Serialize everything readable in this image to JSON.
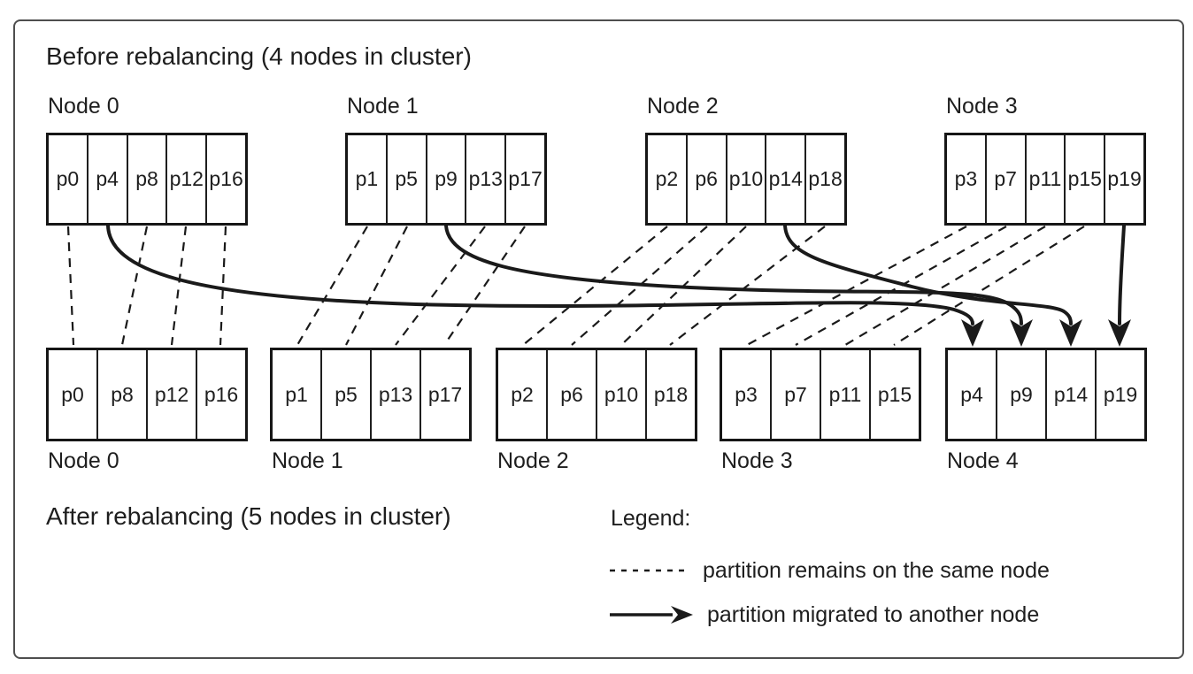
{
  "titles": {
    "before": "Before rebalancing (4 nodes in cluster)",
    "after": "After rebalancing (5 nodes in cluster)"
  },
  "before": {
    "nodes": [
      {
        "label": "Node 0",
        "partitions": [
          "p0",
          "p4",
          "p8",
          "p12",
          "p16"
        ]
      },
      {
        "label": "Node 1",
        "partitions": [
          "p1",
          "p5",
          "p9",
          "p13",
          "p17"
        ]
      },
      {
        "label": "Node 2",
        "partitions": [
          "p2",
          "p6",
          "p10",
          "p14",
          "p18"
        ]
      },
      {
        "label": "Node 3",
        "partitions": [
          "p3",
          "p7",
          "p11",
          "p15",
          "p19"
        ]
      }
    ]
  },
  "after": {
    "nodes": [
      {
        "label": "Node 0",
        "partitions": [
          "p0",
          "p8",
          "p12",
          "p16"
        ]
      },
      {
        "label": "Node 1",
        "partitions": [
          "p1",
          "p5",
          "p13",
          "p17"
        ]
      },
      {
        "label": "Node 2",
        "partitions": [
          "p2",
          "p6",
          "p10",
          "p18"
        ]
      },
      {
        "label": "Node 3",
        "partitions": [
          "p3",
          "p7",
          "p11",
          "p15"
        ]
      },
      {
        "label": "Node 4",
        "partitions": [
          "p4",
          "p9",
          "p14",
          "p19"
        ]
      }
    ]
  },
  "legend": {
    "title": "Legend:",
    "remains_label": "partition remains on the same node",
    "migrated_label": "partition migrated to another node"
  },
  "connections": {
    "remains": [
      "p0",
      "p8",
      "p12",
      "p16",
      "p1",
      "p5",
      "p13",
      "p17",
      "p2",
      "p6",
      "p10",
      "p18",
      "p3",
      "p7",
      "p11",
      "p15"
    ],
    "migrated": [
      {
        "partition": "p4",
        "from": "Node 0",
        "to": "Node 4"
      },
      {
        "partition": "p9",
        "from": "Node 1",
        "to": "Node 4"
      },
      {
        "partition": "p14",
        "from": "Node 2",
        "to": "Node 4"
      },
      {
        "partition": "p19",
        "from": "Node 3",
        "to": "Node 4"
      }
    ]
  },
  "colors": {
    "line": "#1a1a1a",
    "frame": "#4e4e4e",
    "background": "#ffffff"
  }
}
